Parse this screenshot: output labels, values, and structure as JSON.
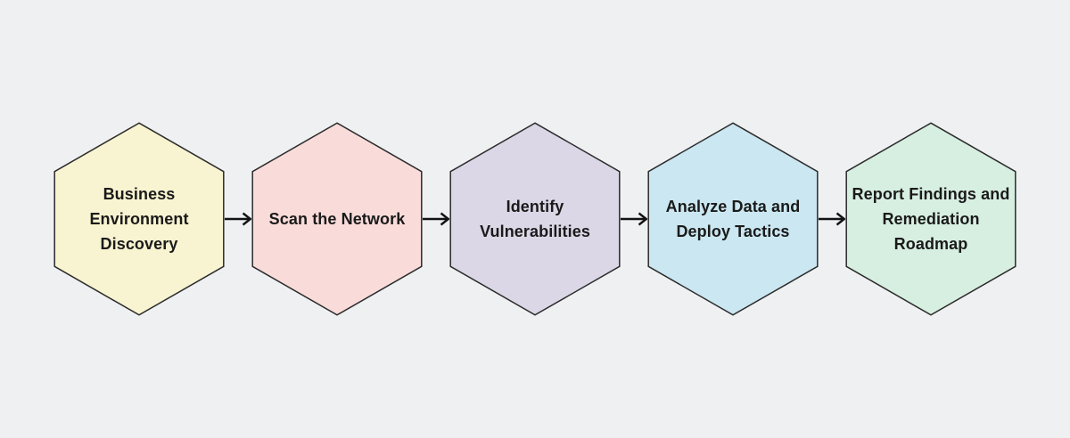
{
  "background_color": "#eef0f2",
  "diagram": {
    "type": "flowchart",
    "direction": "left-to-right",
    "shape": "hexagon",
    "connector": {
      "style": "arrow-open-head",
      "color": "#121212"
    },
    "border_color": "#2b2b2b",
    "text_color": "#1a1a1a",
    "steps": [
      {
        "label": "Business Environment Discovery",
        "fill": "#f8f3d0"
      },
      {
        "label": "Scan the Network",
        "fill": "#f9dcda"
      },
      {
        "label": "Identify Vulnerabilities",
        "fill": "#dbd7e6"
      },
      {
        "label": "Analyze Data and Deploy Tactics",
        "fill": "#cbe7f1"
      },
      {
        "label": "Report Findings and Remediation Roadmap",
        "fill": "#d7efe1"
      }
    ]
  }
}
